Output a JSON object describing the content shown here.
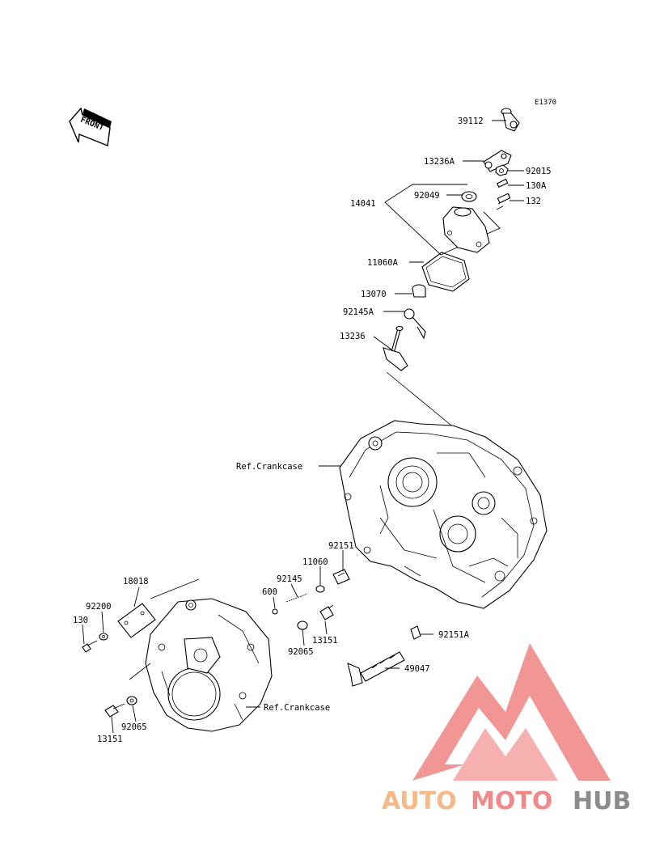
{
  "diagram": {
    "code": "E1370",
    "front_label": "FRONT",
    "labels": {
      "p39112": "39112",
      "p13236A": "13236A",
      "p92015": "92015",
      "p130A": "130A",
      "p14041": "14041",
      "p92049": "92049",
      "p132": "132",
      "p11060A": "11060A",
      "p13070": "13070",
      "p92145A": "92145A",
      "p13236": "13236",
      "ref_crankcase_top": "Ref.Crankcase",
      "p92151": "92151",
      "p11060": "11060",
      "p92145": "92145",
      "p600": "600",
      "p18018": "18018",
      "p92200": "92200",
      "p130": "130",
      "p13151_upper": "13151",
      "p92065_upper": "92065",
      "p92151A": "92151A",
      "p49047": "49047",
      "ref_crankcase_bottom": "Ref.Crankcase",
      "p92065_lower": "92065",
      "p13151_lower": "13151"
    }
  },
  "watermark": {
    "part1": "AUTO",
    "part2": "MOTO",
    "part3": "HUB",
    "color_orange": "#f5b98a",
    "color_red": "#f08a8a",
    "color_gray": "#8c8c8c"
  }
}
